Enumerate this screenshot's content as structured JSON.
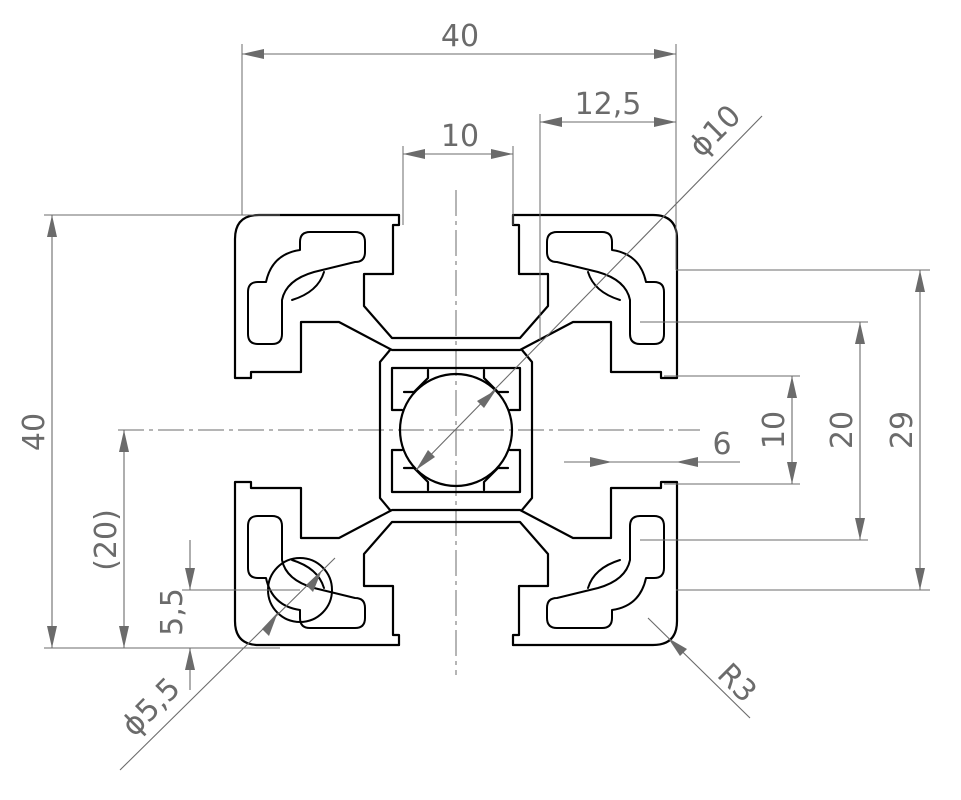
{
  "drawing": {
    "dimensions": {
      "overall_width": "40",
      "overall_height": "40",
      "slot_opening": "10",
      "slot_offset": "12,5",
      "center_bore": "ϕ10",
      "corner_bore": "ϕ5,5",
      "corner_bore_offset": "5,5",
      "half_height": "(20)",
      "core_width": "10",
      "slot_depth": "6",
      "slot_span": "20",
      "outer_span": "29",
      "corner_radius": "R3"
    },
    "colors": {
      "outline": "#000000",
      "dimension": "#6b6b6b",
      "background": "#ffffff"
    }
  }
}
